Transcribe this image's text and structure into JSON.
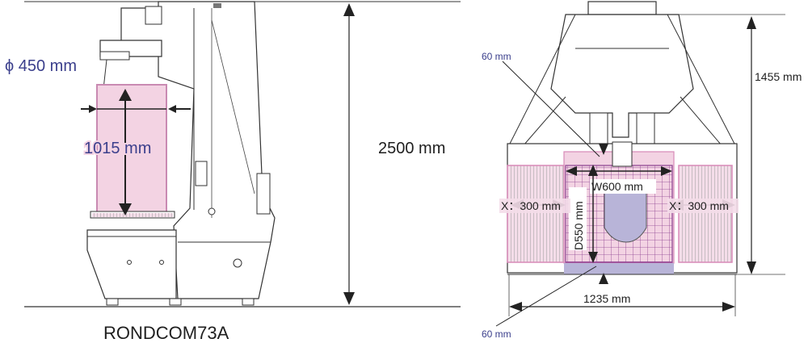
{
  "left_view": {
    "diameter_label": "ϕ 450 mm",
    "travel_label": "1015 mm",
    "height_label": "2500 mm",
    "model_name": "RONDCOM73A"
  },
  "right_view": {
    "depth_label": "1455 mm",
    "top_gap_label": "60 mm",
    "bottom_gap_label": "60 mm",
    "width_label": "W600 mm",
    "depth_table_label": "D550 mm",
    "x_left_label": "X：300 mm",
    "x_right_label": "X：300 mm",
    "base_width_label": "1235 mm"
  },
  "colors": {
    "blue_text": "#3b3f8c",
    "pink_fill": "#f3d3e3",
    "pink_stroke": "#d88ab8",
    "purple_grid": "#8b3f8f",
    "lavender": "#b8b4d8"
  }
}
